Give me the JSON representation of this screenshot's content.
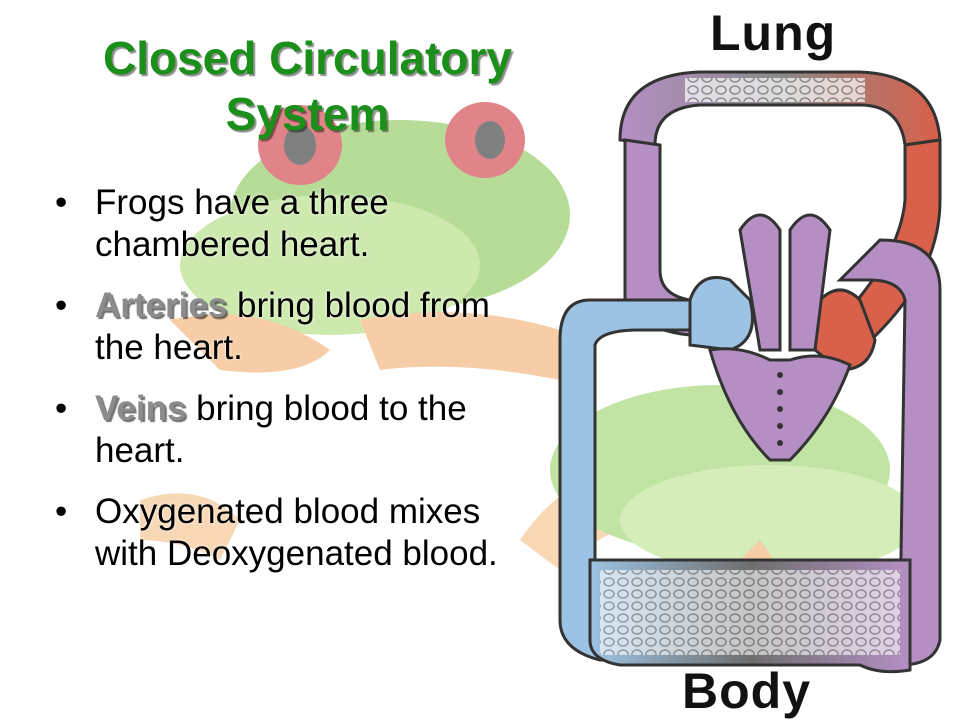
{
  "slide": {
    "title_line1": "Closed Circulatory",
    "title_line2": "System",
    "bullets": [
      {
        "term": "",
        "text": "Frogs have a three chambered heart."
      },
      {
        "term": "Arteries",
        "text": " bring blood from the heart."
      },
      {
        "term": "Veins",
        "text": " bring blood to the heart."
      },
      {
        "term": "",
        "text": "Oxygenated blood mixes with Deoxygenated blood."
      }
    ],
    "bullet_glyph": "•"
  },
  "diagram": {
    "top_label": "Lung",
    "bottom_label": "Body"
  },
  "colors": {
    "title": "#1a8f1a",
    "term": "#8c8c8c",
    "oxygenated": "#d9604a",
    "deoxygenated": "#9cc3e3",
    "mixed": "#b58fc4",
    "frog_green": "#7cc043",
    "frog_eye": "#c8202a"
  }
}
